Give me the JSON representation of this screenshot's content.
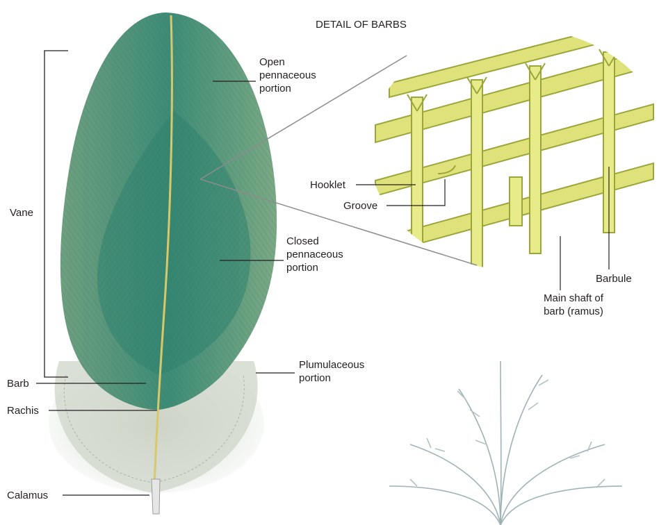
{
  "labels": {
    "detail_title": "DETAIL OF BARBS",
    "vane": "Vane",
    "open": [
      "Open",
      "pennaceous",
      "portion"
    ],
    "closed": [
      "Closed",
      "pennaceous",
      "portion"
    ],
    "plumulaceous": [
      "Plumulaceous",
      "portion"
    ],
    "barb": "Barb",
    "rachis": "Rachis",
    "calamus": "Calamus",
    "hooklet": "Hooklet",
    "groove": "Groove",
    "barbule": "Barbule",
    "ramus": [
      "Main shaft of",
      "barb (ramus)"
    ]
  },
  "colors": {
    "vane_outer": "#7fa98a",
    "vane_closed": "#3f8f78",
    "rachis": "#d9c86a",
    "plume": "#b9c3bd",
    "barb_detail": "#dfe27a",
    "barb_outline": "#9aa53a",
    "leader": "#231f20",
    "connector": "#8c8c8c"
  }
}
